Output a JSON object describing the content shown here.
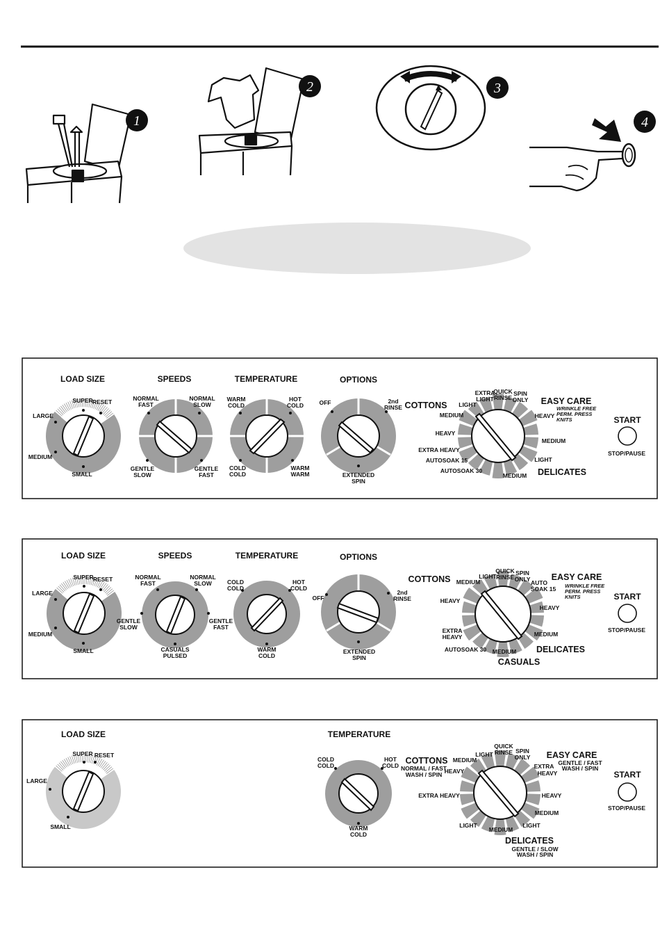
{
  "steps": [
    {
      "number": "1"
    },
    {
      "number": "2"
    },
    {
      "number": "3"
    },
    {
      "number": "4"
    }
  ],
  "panels": [
    {
      "load_size": {
        "title": "LOAD SIZE",
        "super": "SUPER",
        "reset": "RESET",
        "large": "LARGE",
        "medium": "MEDIUM",
        "small": "SMALL"
      },
      "speeds": {
        "title": "SPEEDS",
        "tl": [
          "NORMAL",
          "FAST"
        ],
        "tr": [
          "NORMAL",
          "SLOW"
        ],
        "bl": [
          "GENTLE",
          "SLOW"
        ],
        "br": [
          "GENTLE",
          "FAST"
        ]
      },
      "temperature": {
        "title": "TEMPERATURE",
        "tl": [
          "WARM",
          "COLD"
        ],
        "tr": [
          "HOT",
          "COLD"
        ],
        "bl": [
          "COLD",
          "COLD"
        ],
        "br": [
          "WARM",
          "WARM"
        ]
      },
      "options": {
        "title": "OPTIONS",
        "off": "OFF",
        "rinse": [
          "2nd",
          "RINSE"
        ],
        "spin": [
          "EXTENDED",
          "SPIN"
        ]
      },
      "cycle": {
        "cottons": "COTTONS",
        "easy_care": "EASY CARE",
        "easy_care_sub": [
          "WRINKLE FREE",
          "PERM. PRESS",
          "KNITS"
        ],
        "delicates": "DELICATES",
        "extra_light": [
          "EXTRA",
          "LIGHT"
        ],
        "quick_rinse": [
          "QUICK",
          "RINSE"
        ],
        "spin_only": [
          "SPIN",
          "ONLY"
        ],
        "light": "LIGHT",
        "medium_c": "MEDIUM",
        "heavy_c": "HEAVY",
        "extra_heavy": "EXTRA HEAVY",
        "autosoak15": "AUTOSOAK 15",
        "autosoak30": "AUTOSOAK 30",
        "heavy_e": "HEAVY",
        "medium_e": "MEDIUM",
        "light_d": "LIGHT",
        "medium_d": "MEDIUM"
      },
      "start": "START",
      "stop": "STOP/PAUSE"
    },
    {
      "load_size": {
        "title": "LOAD SIZE",
        "super": "SUPER",
        "reset": "RESET",
        "large": "LARGE",
        "medium": "MEDIUM",
        "small": "SMALL"
      },
      "speeds": {
        "title": "SPEEDS",
        "tl": [
          "NORMAL",
          "FAST"
        ],
        "tr": [
          "NORMAL",
          "SLOW"
        ],
        "l": [
          "GENTLE",
          "SLOW"
        ],
        "r": [
          "GENTLE",
          "FAST"
        ],
        "b": [
          "CASUALS",
          "PULSED"
        ]
      },
      "temperature": {
        "title": "TEMPERATURE",
        "tl": [
          "COLD",
          "COLD"
        ],
        "tr": [
          "HOT",
          "COLD"
        ],
        "b": [
          "WARM",
          "COLD"
        ]
      },
      "options": {
        "title": "OPTIONS",
        "off": "OFF",
        "rinse": [
          "2nd",
          "RINSE"
        ],
        "spin": [
          "EXTENDED",
          "SPIN"
        ]
      },
      "cycle": {
        "cottons": "COTTONS",
        "easy_care": "EASY CARE",
        "easy_care_sub": [
          "WRINKLE FREE",
          "PERM. PRESS",
          "KNITS"
        ],
        "delicates": "DELICATES",
        "casuals": "CASUALS",
        "medium_c": "MEDIUM",
        "light": "LIGHT",
        "quick_rinse": [
          "QUICK",
          "RINSE"
        ],
        "spin_only": [
          "SPIN",
          "ONLY"
        ],
        "auto_soak": [
          "AUTO",
          "SOAK 15"
        ],
        "heavy_c": "HEAVY",
        "extra_heavy": [
          "EXTRA",
          "HEAVY"
        ],
        "autosoak30": "AUTOSOAK 30",
        "medium_b": "MEDIUM",
        "heavy_e": "HEAVY",
        "medium_e": "MEDIUM"
      },
      "start": "START",
      "stop": "STOP/PAUSE"
    },
    {
      "load_size": {
        "title": "LOAD SIZE",
        "super": "SUPER",
        "reset": "RESET",
        "large": "LARGE",
        "small": "SMALL"
      },
      "temperature": {
        "title": "TEMPERATURE",
        "tl": [
          "COLD",
          "COLD"
        ],
        "tr": [
          "HOT",
          "COLD"
        ],
        "b": [
          "WARM",
          "COLD"
        ]
      },
      "cycle": {
        "cottons": "COTTONS",
        "cottons_sub": [
          "NORMAL / FAST",
          "WASH / SPIN"
        ],
        "easy_care": "EASY CARE",
        "easy_care_sub": [
          "GENTLE / FAST",
          "WASH / SPIN"
        ],
        "delicates": "DELICATES",
        "delicates_sub": [
          "GENTLE / SLOW",
          "WASH / SPIN"
        ],
        "medium_c": "MEDIUM",
        "light_c": "LIGHT",
        "quick_rinse": [
          "QUICK",
          "RINSE"
        ],
        "spin_only": [
          "SPIN",
          "ONLY"
        ],
        "heavy_c": "HEAVY",
        "extra_heavy": "EXTRA HEAVY",
        "light_b": "LIGHT",
        "medium_b": "MEDIUM",
        "light_d": "LIGHT",
        "extra_heavy_e": [
          "EXTRA",
          "HEAVY"
        ],
        "heavy_e": "HEAVY",
        "medium_e": "MEDIUM"
      },
      "start": "START",
      "stop": "STOP/PAUSE"
    }
  ]
}
